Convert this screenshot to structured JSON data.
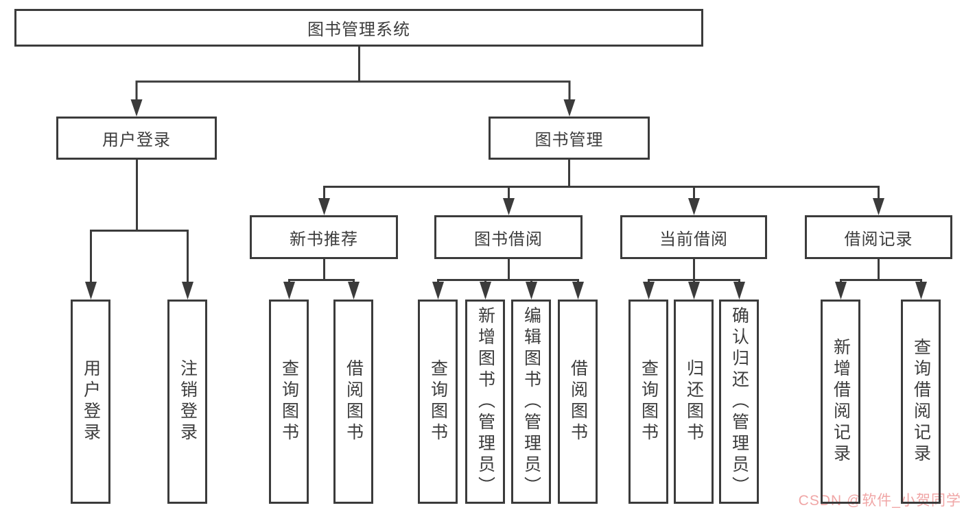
{
  "diagram": {
    "root": {
      "label": "图书管理系统"
    },
    "level2": [
      {
        "id": "user-login",
        "label": "用户登录"
      },
      {
        "id": "book-management",
        "label": "图书管理"
      }
    ],
    "level3": [
      {
        "id": "new-book-recommend",
        "label": "新书推荐"
      },
      {
        "id": "book-borrowing",
        "label": "图书借阅"
      },
      {
        "id": "current-borrowing",
        "label": "当前借阅"
      },
      {
        "id": "borrowing-records",
        "label": "借阅记录"
      }
    ],
    "leaves": [
      {
        "id": "user-login-leaf",
        "label": "用户登录",
        "parent": "user-login"
      },
      {
        "id": "logout",
        "label": "注销登录",
        "parent": "user-login"
      },
      {
        "id": "query-books-recommend",
        "label": "查询图书",
        "parent": "new-book-recommend"
      },
      {
        "id": "borrow-books-recommend",
        "label": "借阅图书",
        "parent": "new-book-recommend"
      },
      {
        "id": "query-books-borrowing",
        "label": "查询图书",
        "parent": "book-borrowing"
      },
      {
        "id": "add-books-admin",
        "label": "新增图书（管理员）",
        "parent": "book-borrowing"
      },
      {
        "id": "edit-books-admin",
        "label": "编辑图书（管理员）",
        "parent": "book-borrowing"
      },
      {
        "id": "borrow-books-borrowing",
        "label": "借阅图书",
        "parent": "book-borrowing"
      },
      {
        "id": "query-books-current",
        "label": "查询图书",
        "parent": "current-borrowing"
      },
      {
        "id": "return-books",
        "label": "归还图书",
        "parent": "current-borrowing"
      },
      {
        "id": "confirm-return-admin",
        "label": "确认归还（管理员）",
        "parent": "current-borrowing"
      },
      {
        "id": "add-borrow-record",
        "label": "新增借阅记录",
        "parent": "borrowing-records"
      },
      {
        "id": "query-borrow-record",
        "label": "查询借阅记录",
        "parent": "borrowing-records"
      }
    ],
    "watermark": "CSDN @软件_小贺同学",
    "colors": {
      "line": "#3b3b3b",
      "text": "#3c3c3c",
      "box_background": "#ffffff",
      "watermark": "#f0a6a6",
      "background": "#ffffff"
    }
  }
}
